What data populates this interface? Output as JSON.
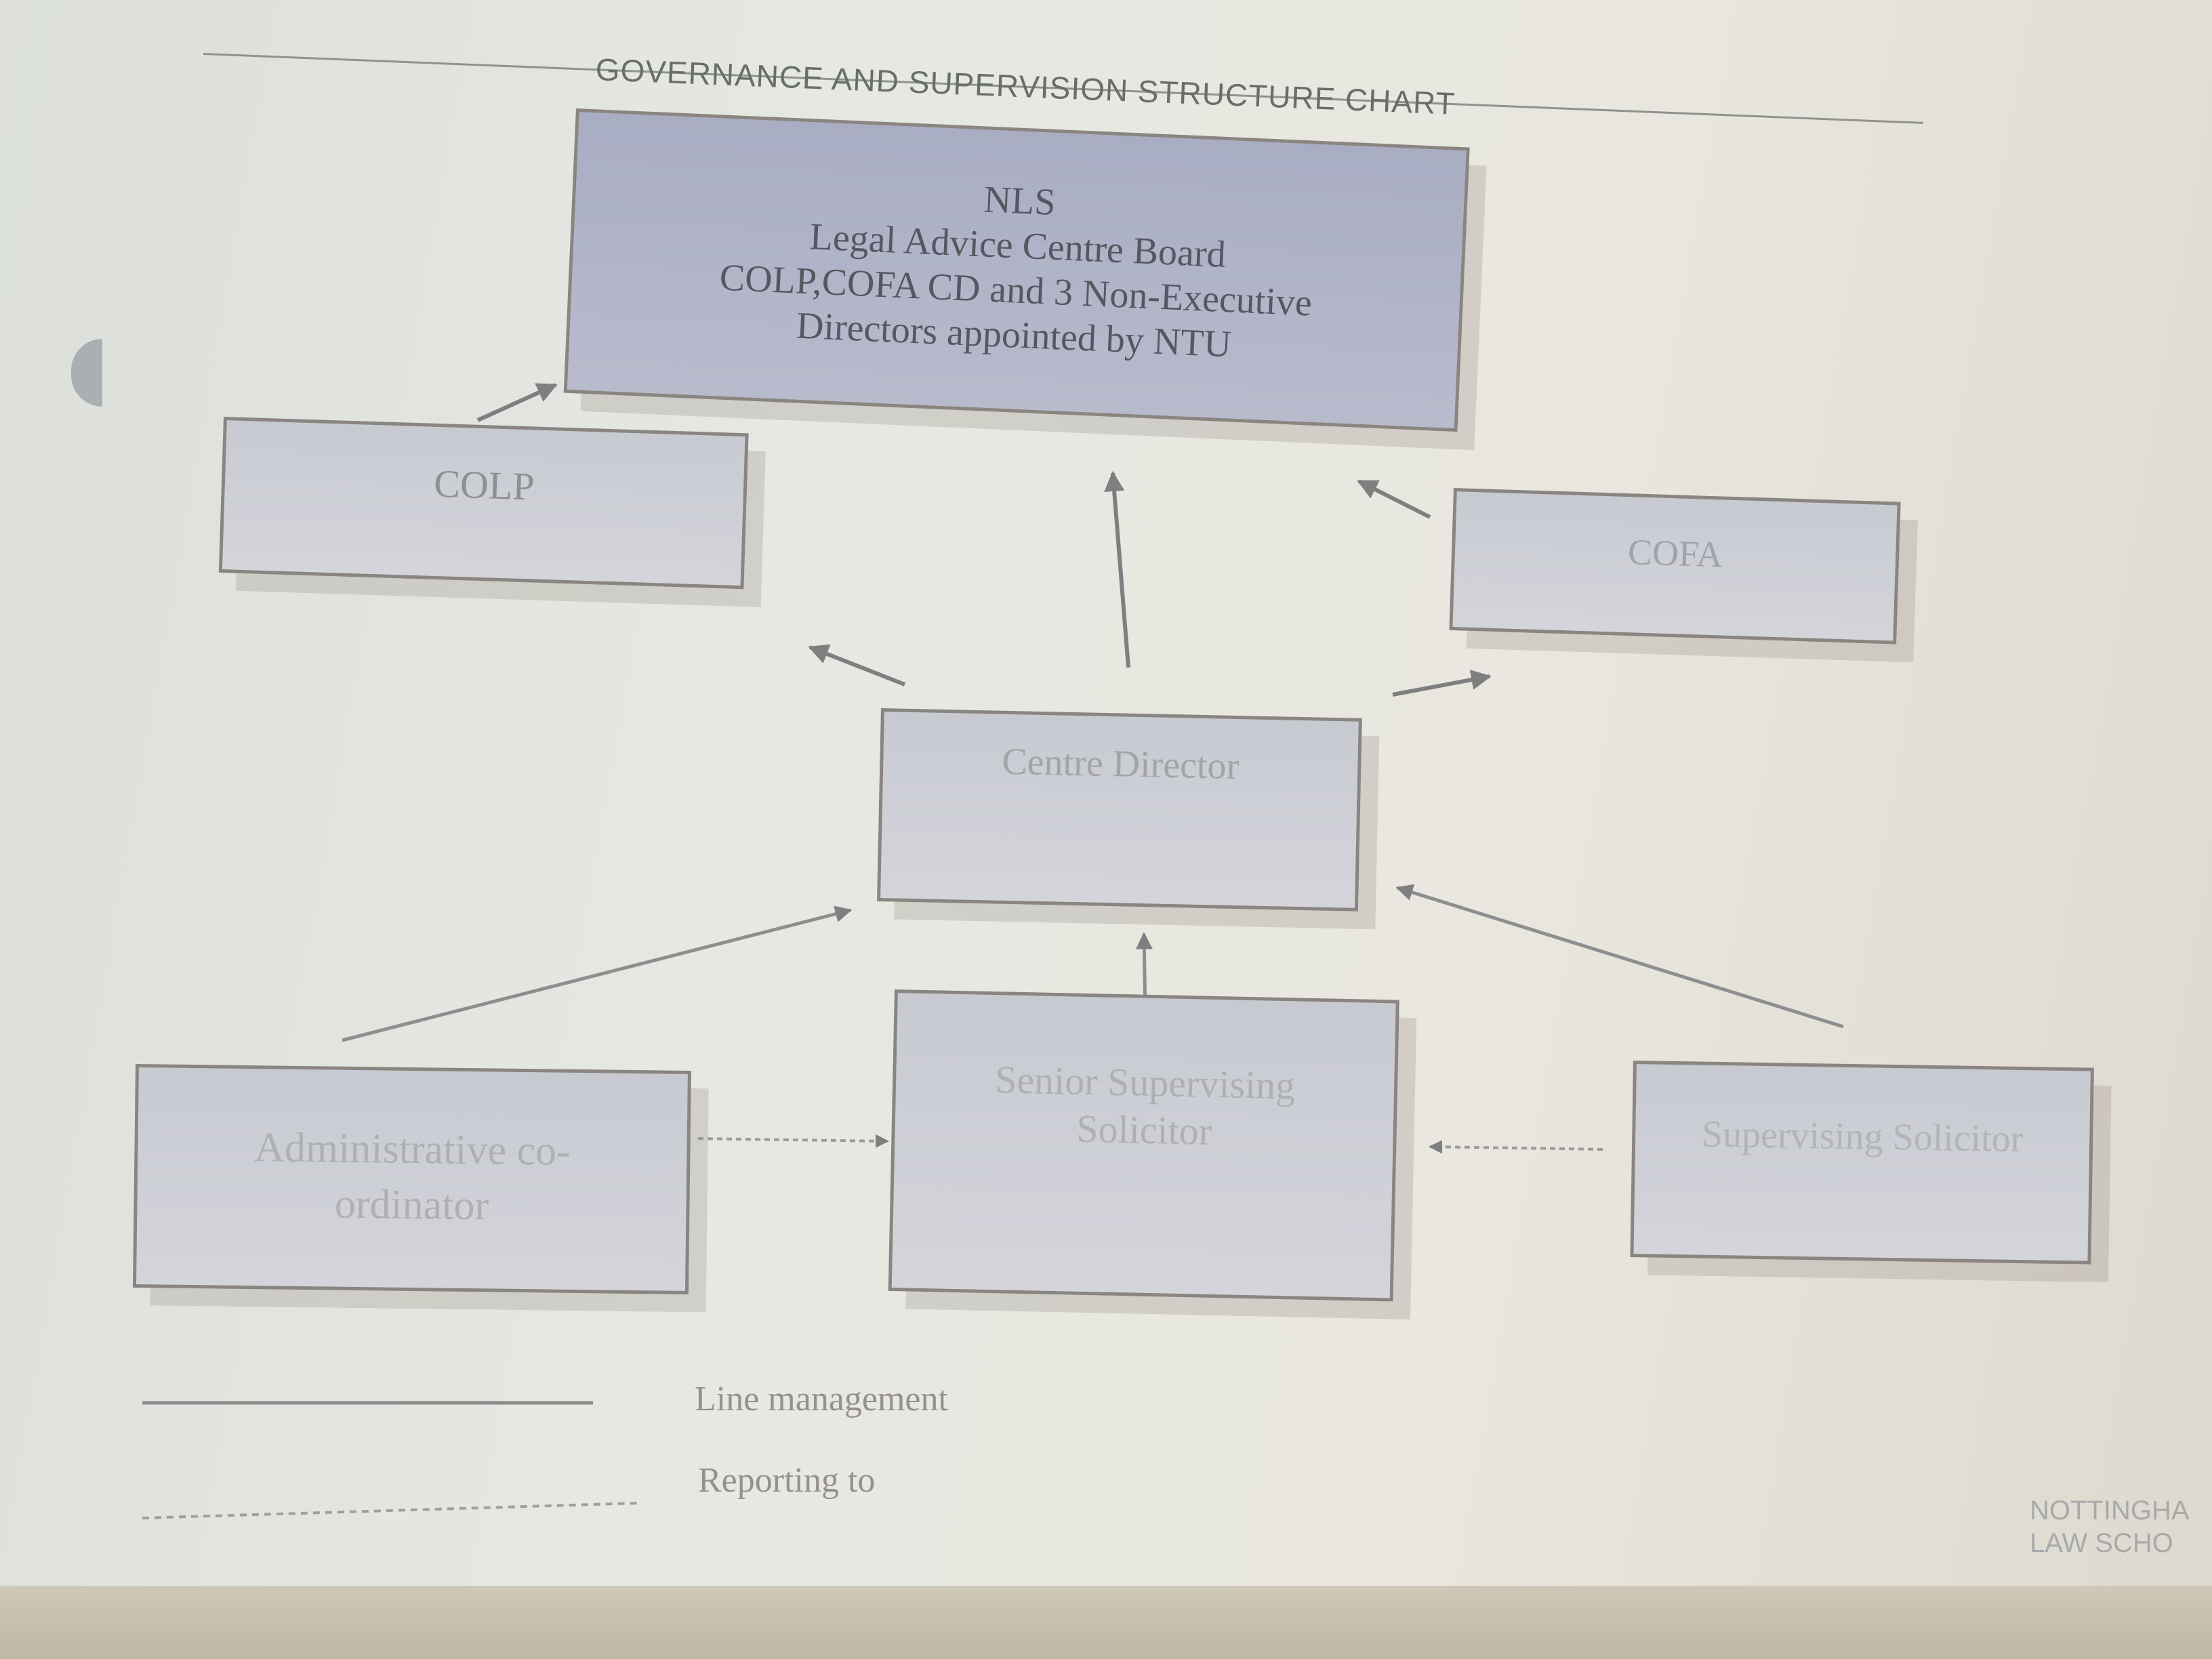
{
  "diagram": {
    "title": "GOVERNANCE AND SUPERVISION STRUCTURE CHART",
    "nodes": {
      "board": {
        "lines": [
          "NLS",
          "Legal Advice Centre Board",
          "COLP,COFA CD and 3 Non-Executive",
          "Directors appointed by NTU"
        ]
      },
      "colp": {
        "label": "COLP"
      },
      "cofa": {
        "label": "COFA"
      },
      "centre_director": {
        "label": "Centre Director"
      },
      "senior_solicitor": {
        "lines": [
          "Senior Supervising",
          "Solicitor"
        ]
      },
      "admin": {
        "lines": [
          "Administrative co-",
          "ordinator"
        ]
      },
      "supervising_solicitor": {
        "label": "Supervising Solicitor"
      }
    },
    "edges": [
      {
        "from": "colp",
        "to": "board",
        "style": "solid"
      },
      {
        "from": "centre_director",
        "to": "board",
        "style": "solid"
      },
      {
        "from": "cofa",
        "to": "board",
        "style": "solid"
      },
      {
        "from": "centre_director",
        "to": "colp",
        "style": "solid"
      },
      {
        "from": "centre_director",
        "to": "cofa",
        "style": "solid"
      },
      {
        "from": "senior_solicitor",
        "to": "centre_director",
        "style": "solid"
      },
      {
        "from": "admin",
        "to": "centre_director",
        "style": "solid"
      },
      {
        "from": "supervising_solicitor",
        "to": "centre_director",
        "style": "solid"
      },
      {
        "from": "admin",
        "to": "senior_solicitor",
        "style": "dashed"
      },
      {
        "from": "supervising_solicitor",
        "to": "senior_solicitor",
        "style": "dashed"
      }
    ]
  },
  "legend": {
    "line_management": "Line management",
    "reporting_to": "Reporting to"
  },
  "logo": {
    "line1": "NOTTINGHA",
    "line2": "LAW SCHO"
  }
}
